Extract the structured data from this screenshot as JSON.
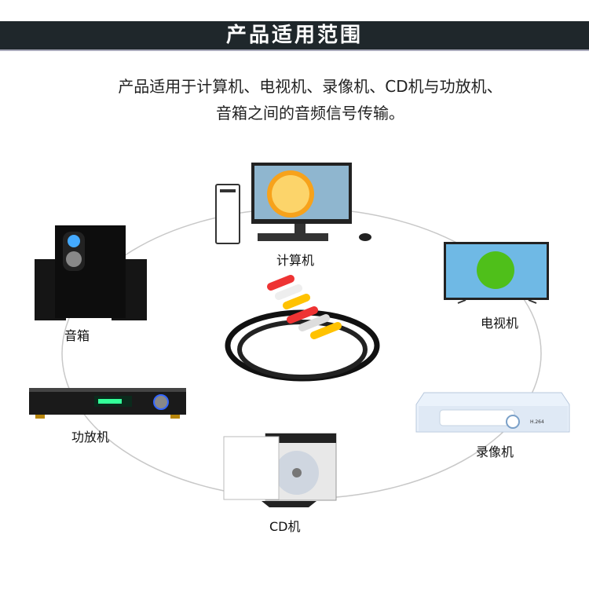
{
  "header": {
    "title": "产品适用范围"
  },
  "intro": {
    "line1": "产品适用于计算机、电视机、录像机、CD机与功放机、",
    "line2": "音箱之间的音频信号传输。"
  },
  "devices": {
    "computer": "计算机",
    "tv": "电视机",
    "vcr": "录像机",
    "cd": "CD机",
    "amplifier": "功放机",
    "speaker": "音箱"
  },
  "colors": {
    "header_bg": "#1f272b",
    "ring": "#c8c8c8"
  }
}
